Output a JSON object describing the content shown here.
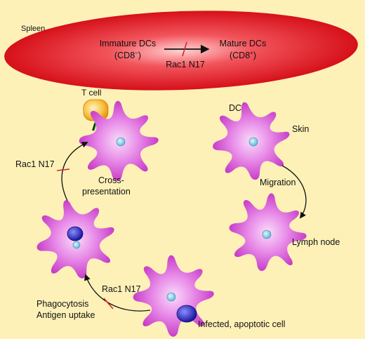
{
  "background_color": "#fdf1b8",
  "colors": {
    "spleen": "#e1141c",
    "dc_body": "#cc33cc",
    "nucleus": "#7ecbe4",
    "t_cell": "#f5a818",
    "apoptotic_cell": "#1a1aa8",
    "inhibition_mark": "#d8232a",
    "arrow": "#111111"
  },
  "spleen": {
    "label": "Spleen",
    "immature_line1": "Immature DCs",
    "immature_line2_prefix": "(CD8",
    "immature_line2_sup": "−",
    "immature_line2_suffix": ")",
    "mature_line1": "Mature DCs",
    "mature_line2_prefix": "(CD8",
    "mature_line2_sup": "+",
    "mature_line2_suffix": ")",
    "inhibitor": "Rac1 N17"
  },
  "labels": {
    "t_cell": "T cell",
    "dc": "DC",
    "skin": "Skin",
    "migration": "Migration",
    "lymph_node": "Lymph node",
    "rac1_cross": "Rac1 N17",
    "cross_line1": "Cross-",
    "cross_line2": "presentation",
    "rac1_uptake": "Rac1 N17",
    "phagocytosis": "Phagocytosis",
    "antigen_uptake": "Antigen uptake",
    "infected_cell": "Infected, apoptotic cell"
  }
}
